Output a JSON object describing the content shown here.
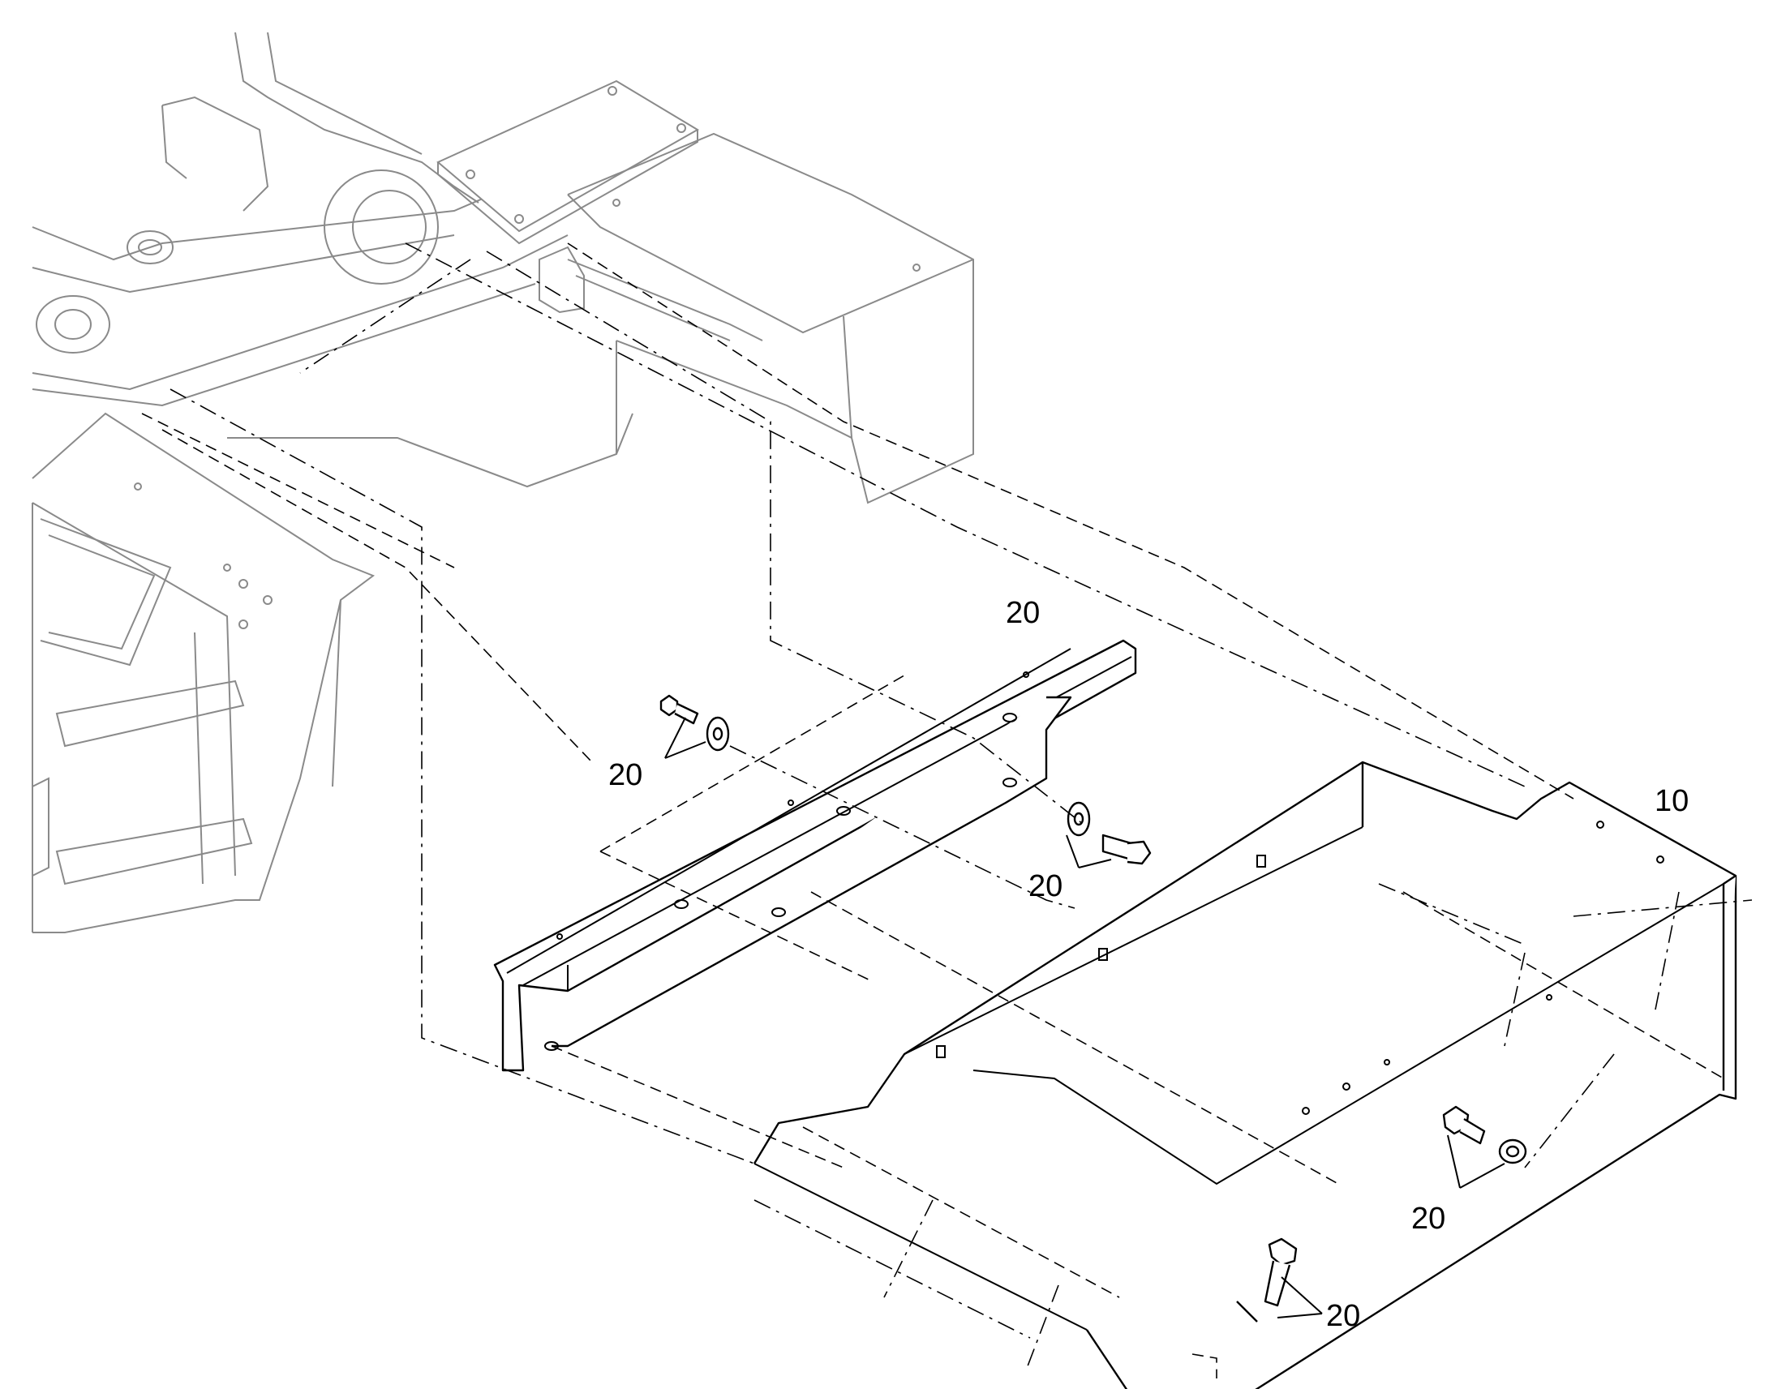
{
  "callouts": [
    {
      "id": "item-10",
      "text": "10"
    },
    {
      "id": "item-20-rail-top",
      "text": "20"
    },
    {
      "id": "item-20-left-bolt",
      "text": "20"
    },
    {
      "id": "item-20-mid-bolt",
      "text": "20"
    },
    {
      "id": "item-20-right-bolt",
      "text": "20"
    },
    {
      "id": "item-20-bottom-bolt",
      "text": "20"
    }
  ]
}
